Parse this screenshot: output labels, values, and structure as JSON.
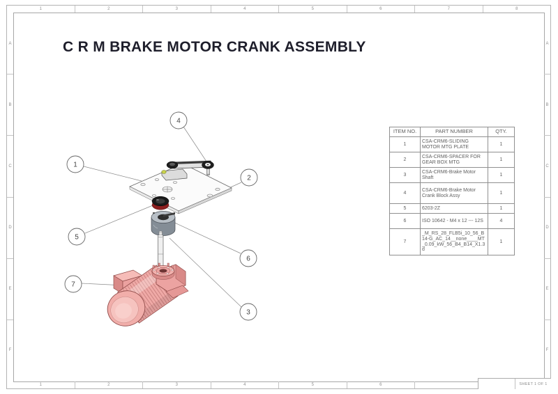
{
  "title": "C R M BRAKE MOTOR CRANK ASSEMBLY",
  "frame": {
    "top": [
      "1",
      "2",
      "3",
      "4",
      "5",
      "6",
      "7",
      "8"
    ],
    "bottom": [
      "1",
      "2",
      "3",
      "4",
      "5",
      "6"
    ],
    "left": [
      "A",
      "B",
      "C",
      "D",
      "E",
      "F"
    ],
    "right": [
      "A",
      "B",
      "C",
      "D",
      "E",
      "F"
    ],
    "sheet_label": "SHEET 1 OF 1"
  },
  "bom": {
    "headers": [
      "ITEM NO.",
      "PART NUMBER",
      "QTY."
    ],
    "rows": [
      {
        "item": "1",
        "part": "CSA-CRM6-SLIDING MOTOR MTG  PLATE",
        "qty": "1"
      },
      {
        "item": "2",
        "part": "CSA-CRM6-SPACER FOR GEAR BOX MTG",
        "qty": "1"
      },
      {
        "item": "3",
        "part": "CSA-CRM6-Brake Motor Shaft",
        "qty": "1"
      },
      {
        "item": "4",
        "part": "CSA-CRM6-Brake Motor Crank Block Assy",
        "qty": "1"
      },
      {
        "item": "5",
        "part": "6203-2Z",
        "qty": "1"
      },
      {
        "item": "6",
        "part": "ISO 10642 - M4 x 12 --- 12S",
        "qty": "4"
      },
      {
        "item": "7",
        "part": "_M_RS_28_FLB5i_10_56_B14-G_AC_14__none____MT_0.09_kW_56_B4_B14_X1.3d",
        "qty": "1"
      }
    ]
  },
  "diagram": {
    "balloons": [
      {
        "num": "1",
        "part": "sliding-motor-mtg-plate"
      },
      {
        "num": "2",
        "part": "spacer-for-gear-box-mtg"
      },
      {
        "num": "3",
        "part": "brake-motor-shaft"
      },
      {
        "num": "4",
        "part": "brake-motor-crank-block-assy"
      },
      {
        "num": "5",
        "part": "bearing-6203-2z"
      },
      {
        "num": "6",
        "part": "countersunk-screw-m4x12"
      },
      {
        "num": "7",
        "part": "brake-gear-motor"
      }
    ]
  },
  "colors": {
    "title_text": "#1e1e2b",
    "motor_pink": "#efa9a6",
    "motor_pink_light": "#f6c3bf",
    "motor_outline": "#8f4a48",
    "bearing_red": "#8c1f1f",
    "metal_gray": "#b8bfc6",
    "screw_yellow": "#c9d24b",
    "leader_line": "#8a8a8a",
    "frame_line": "#b3b3b3"
  }
}
